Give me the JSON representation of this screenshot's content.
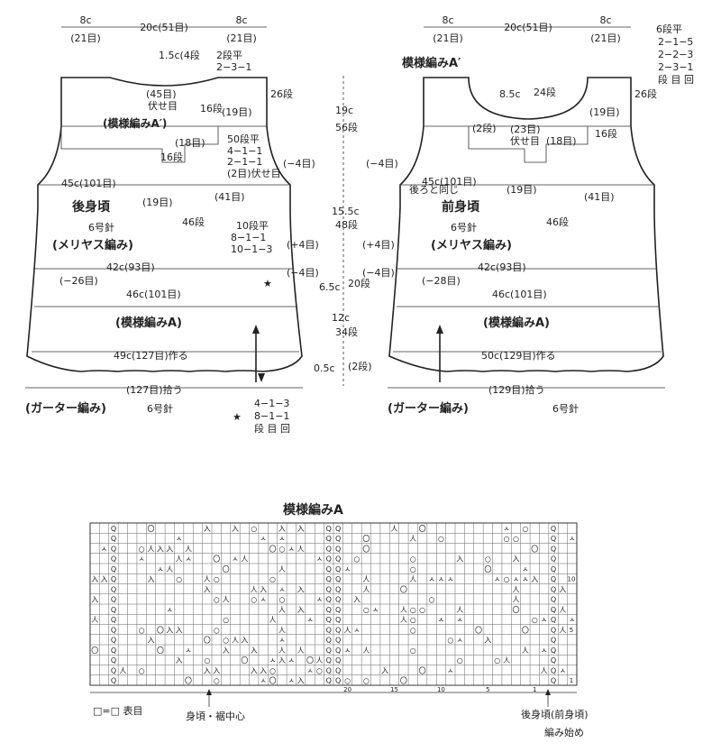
{
  "back": {
    "top_left": "8c",
    "top_left_st": "(21目)",
    "top_center": "20c(51目)",
    "top_right": "8c",
    "top_right_st": "(21目)",
    "neck_1": "1.5c(4段",
    "neck_2": "2段平",
    "neck_3": "2−3−1",
    "neck_st": "(45目)",
    "neck_bo": "伏せ目",
    "rows26": "26段",
    "pattern_a2": "(模様編みA′)",
    "st19": "(19目)",
    "rows16a": "16段",
    "st18": "(18目)",
    "r50": "50段平",
    "r50a": "4−1−1",
    "r50b": "2−1−1",
    "r50c": "(2目)伏せ目",
    "minus4a": "(−4目)",
    "rows16b": "16段",
    "w45": "45c(101目)",
    "st19b": "(19目)",
    "st41": "(41目)",
    "title": "後身頃",
    "needle": "6号針",
    "stitch": "(メリヤス編み)",
    "rows46": "46段",
    "r10": "10段平",
    "r10a": "8−1−1",
    "r10b": "10−1−3",
    "plus4": "(+4目)",
    "w42": "42c(93目)",
    "minus4b": "(−4目)",
    "star": "★",
    "minus26": "(−26目)",
    "w46": "46c(101目)",
    "pattern_a": "(模様編みA)",
    "cast_on": "49c(127目)作る",
    "pickup": "(127目)拾う",
    "garter": "(ガーター編み)",
    "garter_needle": "6号針",
    "star_r1": "4−1−3",
    "star_r2": "8−1−1",
    "star_r3": "段 目 回"
  },
  "center": {
    "v19": "19c",
    "r56": "56段",
    "v155": "15.5c",
    "r48": "48段",
    "v65": "6.5c",
    "r20": "20段",
    "v12": "12c",
    "r34": "34段",
    "v05": "0.5c",
    "r2": "(2段)"
  },
  "front": {
    "top_left": "8c",
    "top_left_st": "(21目)",
    "top_center": "20c(51目)",
    "top_right": "8c",
    "top_right_st": "(21目)",
    "r6": "6段平",
    "r6a": "2−1−5",
    "r6b": "2−2−3",
    "r6c": "2−3−1",
    "r6d": "段 目 回",
    "pattern_a2": "模様編みA′",
    "v85": "8.5c",
    "r24": "24段",
    "rows26": "26段",
    "st19": "(19目)",
    "r2": "(2段)",
    "st23": "(23目)",
    "bo": "伏せ目",
    "st18": "(18目)",
    "rows16": "16段",
    "minus4a": "(−4目)",
    "w45": "45c(101目)",
    "st19b": "(19目)",
    "st41": "(41目)",
    "same_back": "後ろと同じ",
    "title": "前身頃",
    "needle": "6号針",
    "stitch": "(メリヤス編み)",
    "rows46": "46段",
    "plus4": "(+4目)",
    "w42": "42c(93目)",
    "minus4b": "(−4目)",
    "minus28": "(−28目)",
    "w46": "46c(101目)",
    "pattern_a": "(模様編みA)",
    "cast_on": "50c(129目)作る",
    "pickup": "(129目)拾う",
    "garter": "(ガーター編み)",
    "garter_needle": "6号針"
  },
  "chart": {
    "title": "模様編みA",
    "legend": "□=□ 表目",
    "center": "身頃・裾中心",
    "edge1": "後身頃(前身頃)",
    "edge2": "編み始め",
    "col_labels": [
      "20",
      "15",
      "10",
      "5",
      "1"
    ],
    "row_labels": [
      "10",
      "5",
      "1"
    ]
  }
}
